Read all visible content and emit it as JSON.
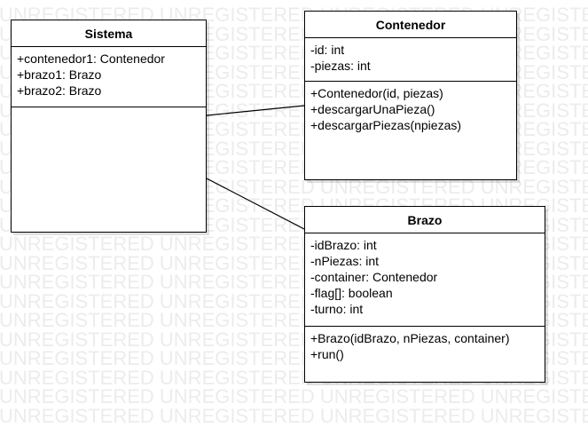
{
  "watermark": {
    "text": "UNREGISTERED UNREGISTERED UNREGISTERED UNREGISTERED"
  },
  "classes": {
    "sistema": {
      "name": "Sistema",
      "attributes": [
        "+contenedor1: Contenedor",
        "+brazo1: Brazo",
        "+brazo2: Brazo"
      ],
      "operations": []
    },
    "contenedor": {
      "name": "Contenedor",
      "attributes": [
        "-id: int",
        "-piezas: int"
      ],
      "operations": [
        "+Contenedor(id, piezas)",
        "+descargarUnaPieza()",
        "+descargarPiezas(npiezas)"
      ]
    },
    "brazo": {
      "name": "Brazo",
      "attributes": [
        "-idBrazo: int",
        "-nPiezas: int",
        "-container: Contenedor",
        "-flag[]: boolean",
        "-turno: int"
      ],
      "operations": [
        "+Brazo(idBrazo, nPiezas, container)",
        "+run()"
      ]
    }
  },
  "associations": [
    {
      "from": "sistema",
      "to": "contenedor"
    },
    {
      "from": "sistema",
      "to": "brazo"
    }
  ]
}
